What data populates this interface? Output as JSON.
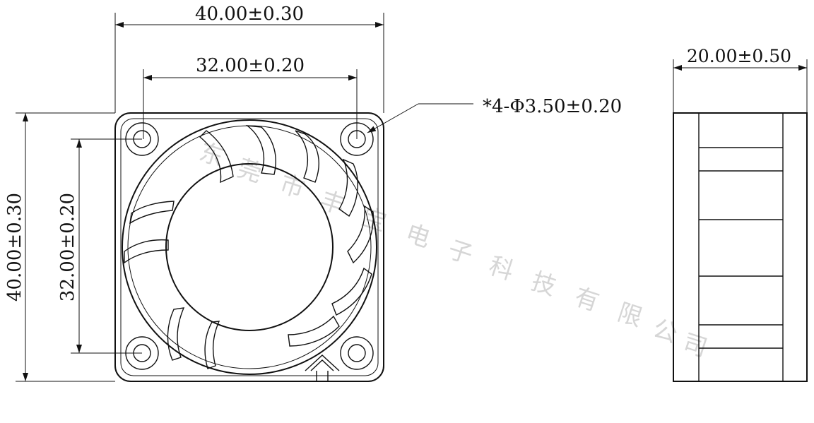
{
  "front_view": {
    "overall_width": "40.00±0.30",
    "hole_pitch_width": "32.00±0.20",
    "overall_height": "40.00±0.30",
    "hole_pitch_height": "32.00±0.20",
    "hole_spec": "*4-Φ3.50±0.20"
  },
  "side_view": {
    "thickness": "20.00±0.50"
  },
  "watermark": {
    "chars": [
      "东",
      "莞",
      "市",
      "丰",
      "宝",
      "电",
      "子",
      "科",
      "技",
      "有",
      "限",
      "公",
      "司"
    ]
  },
  "colors": {
    "line": "#111111",
    "watermark": "#d6d6d6",
    "background": "#ffffff"
  }
}
